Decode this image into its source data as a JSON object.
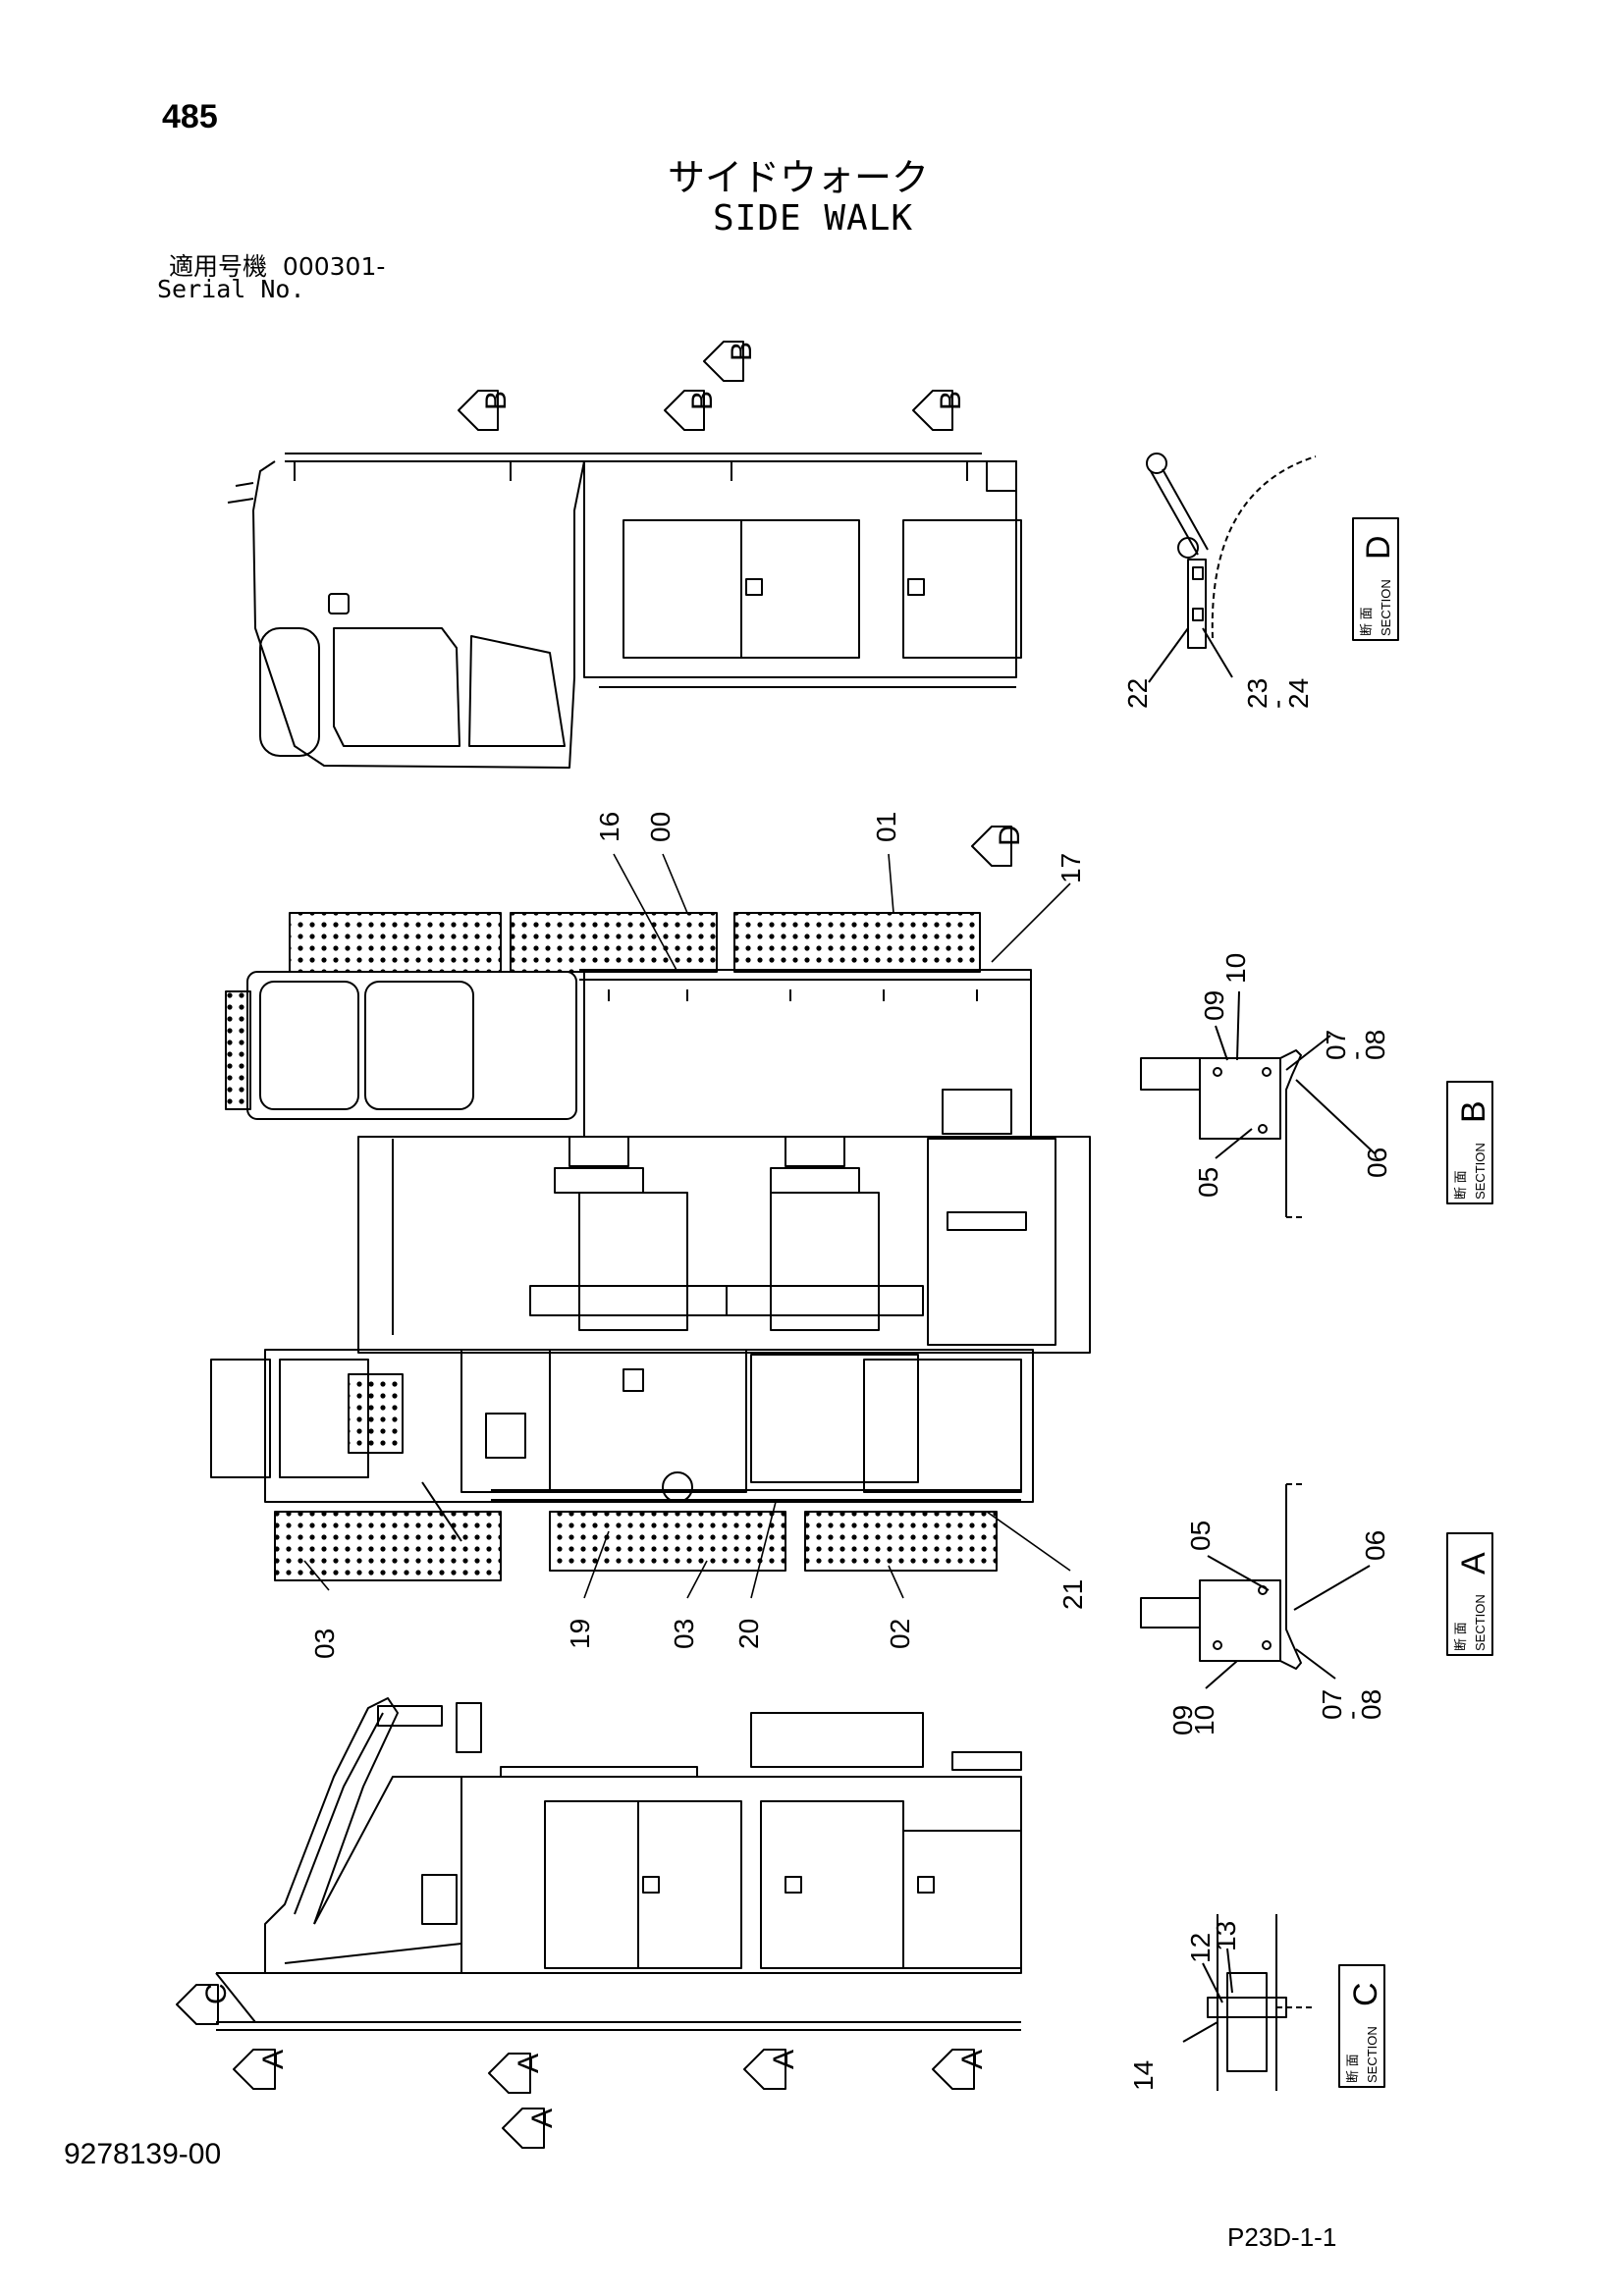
{
  "header": {
    "page_number": "485",
    "title_jp": "サイドウォーク",
    "title_en": "SIDE WALK",
    "serial_label_jp": "適用号機",
    "serial_value": "000301-",
    "serial_label_en": "Serial No."
  },
  "footer": {
    "drawing_number": "9278139-00",
    "page_code": "P23D-1-1"
  },
  "view_markers": {
    "b": "B",
    "d": "D",
    "c": "C",
    "a": "A"
  },
  "sections": {
    "label_jp": "断 面",
    "label_en": "SECTION",
    "d": "D",
    "b": "B",
    "a": "A",
    "c": "C"
  },
  "callouts": {
    "p00": "00",
    "p01": "01",
    "p02": "02",
    "p03": "03",
    "p05": "05",
    "p06": "06",
    "p07": "07",
    "p08": "08",
    "p09": "09",
    "p10": "10",
    "p12": "12",
    "p13": "13",
    "p14": "14",
    "p16": "16",
    "p17": "17",
    "p19": "19",
    "p20": "20",
    "p21": "21",
    "p22": "22",
    "p23": "23",
    "p24": "24",
    "dash": "-"
  }
}
